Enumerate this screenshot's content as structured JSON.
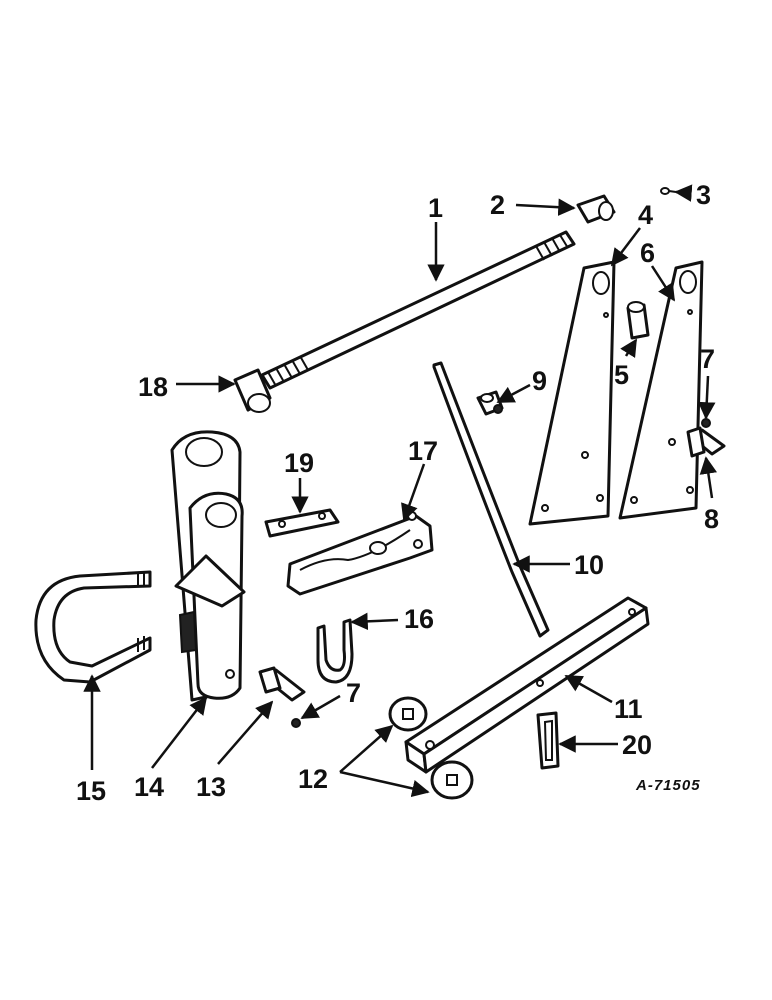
{
  "callouts": {
    "c1": "1",
    "c2": "2",
    "c3": "3",
    "c4": "4",
    "c5": "5",
    "c6": "6",
    "c7a": "7",
    "c7b": "7",
    "c8": "8",
    "c9": "9",
    "c10": "10",
    "c11": "11",
    "c12": "12",
    "c13": "13",
    "c14": "14",
    "c15": "15",
    "c16": "16",
    "c17": "17",
    "c18": "18",
    "c19": "19",
    "c20": "20"
  },
  "reference_code": "A-71505"
}
